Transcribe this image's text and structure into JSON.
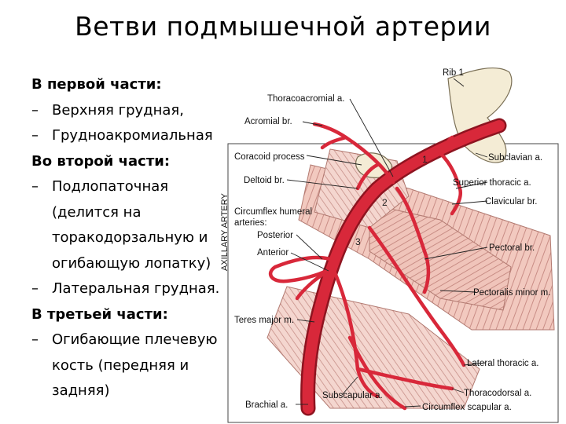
{
  "title": "Ветви подмышечной артерии",
  "text_lines": [
    {
      "text": "В первой части:",
      "style": "head"
    },
    {
      "text": "Верхняя грудная,",
      "style": "bullet"
    },
    {
      "text": "Грудноакромиальная",
      "style": "bullet"
    },
    {
      "text": "Во второй части:",
      "style": "head"
    },
    {
      "text": "Подлопаточная",
      "style": "bullet"
    },
    {
      "text": "(делится на",
      "style": "indent"
    },
    {
      "text": "торакодорзальную и",
      "style": "indent"
    },
    {
      "text": "огибающую лопатку)",
      "style": "indent"
    },
    {
      "text": "Латеральная грудная.",
      "style": "bullet"
    },
    {
      "text": "В третьей части:",
      "style": "head"
    },
    {
      "text": "Огибающие плечевую",
      "style": "bullet"
    },
    {
      "text": "кость (передняя и",
      "style": "indent"
    },
    {
      "text": "задняя)",
      "style": "indent"
    }
  ],
  "bullet_char": "–",
  "diagram": {
    "labels": {
      "rib1": "Rib 1",
      "thoracoacromial": "Thoracoacromial a.",
      "acromial": "Acromial br.",
      "coracoid": "Coracoid process",
      "subclavian": "Subclavian a.",
      "deltoid": "Deltoid br.",
      "superior_thoracic": "Superior thoracic a.",
      "clavicular": "Clavicular br.",
      "circumflex1": "Circumflex humeral",
      "circumflex2": "arteries:",
      "posterior": "Posterior",
      "anterior": "Anterior",
      "pectoral": "Pectoral br.",
      "pectoralis_minor": "Pectoralis minor m.",
      "teres_major": "Teres major m.",
      "lateral_thoracic": "Lateral thoracic a.",
      "thoracodorsal": "Thoracodorsal a.",
      "brachial": "Brachial a.",
      "subscapular": "Subscapular a.",
      "circumflex_scapular": "Circumflex scapular a.",
      "axillary_artery": "AXILLARY ARTERY"
    },
    "part_numbers": [
      "1",
      "2",
      "3"
    ],
    "colors": {
      "artery": "#d8283a",
      "artery_dark": "#8e1420",
      "muscle": "#f2c9bf",
      "muscle_stripe": "#c98d86",
      "bone": "#f4ecd5",
      "bone_edge": "#7a6f55"
    }
  }
}
